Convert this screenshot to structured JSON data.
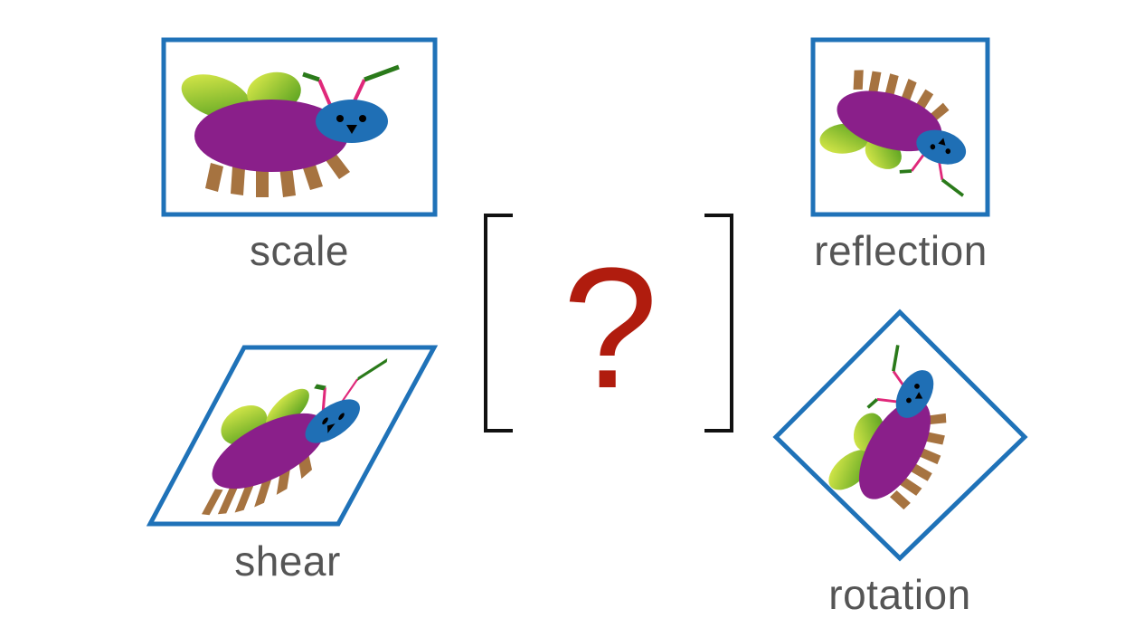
{
  "labels": {
    "scale": "scale",
    "reflection": "reflection",
    "shear": "shear",
    "rotation": "rotation"
  },
  "matrix": {
    "symbol": "?"
  },
  "colors": {
    "frame": "#1f72b8",
    "body": "#8a1f8a",
    "head": "#1f6fb5",
    "leg": "#a67340",
    "antenna": "#e0287a",
    "antenna_tip": "#2a7a1a",
    "wing_light": "#e2ee4a",
    "wing_dark": "#4a9a1c",
    "question": "#b01c0e",
    "label_text": "#555555",
    "bracket": "#111111"
  }
}
